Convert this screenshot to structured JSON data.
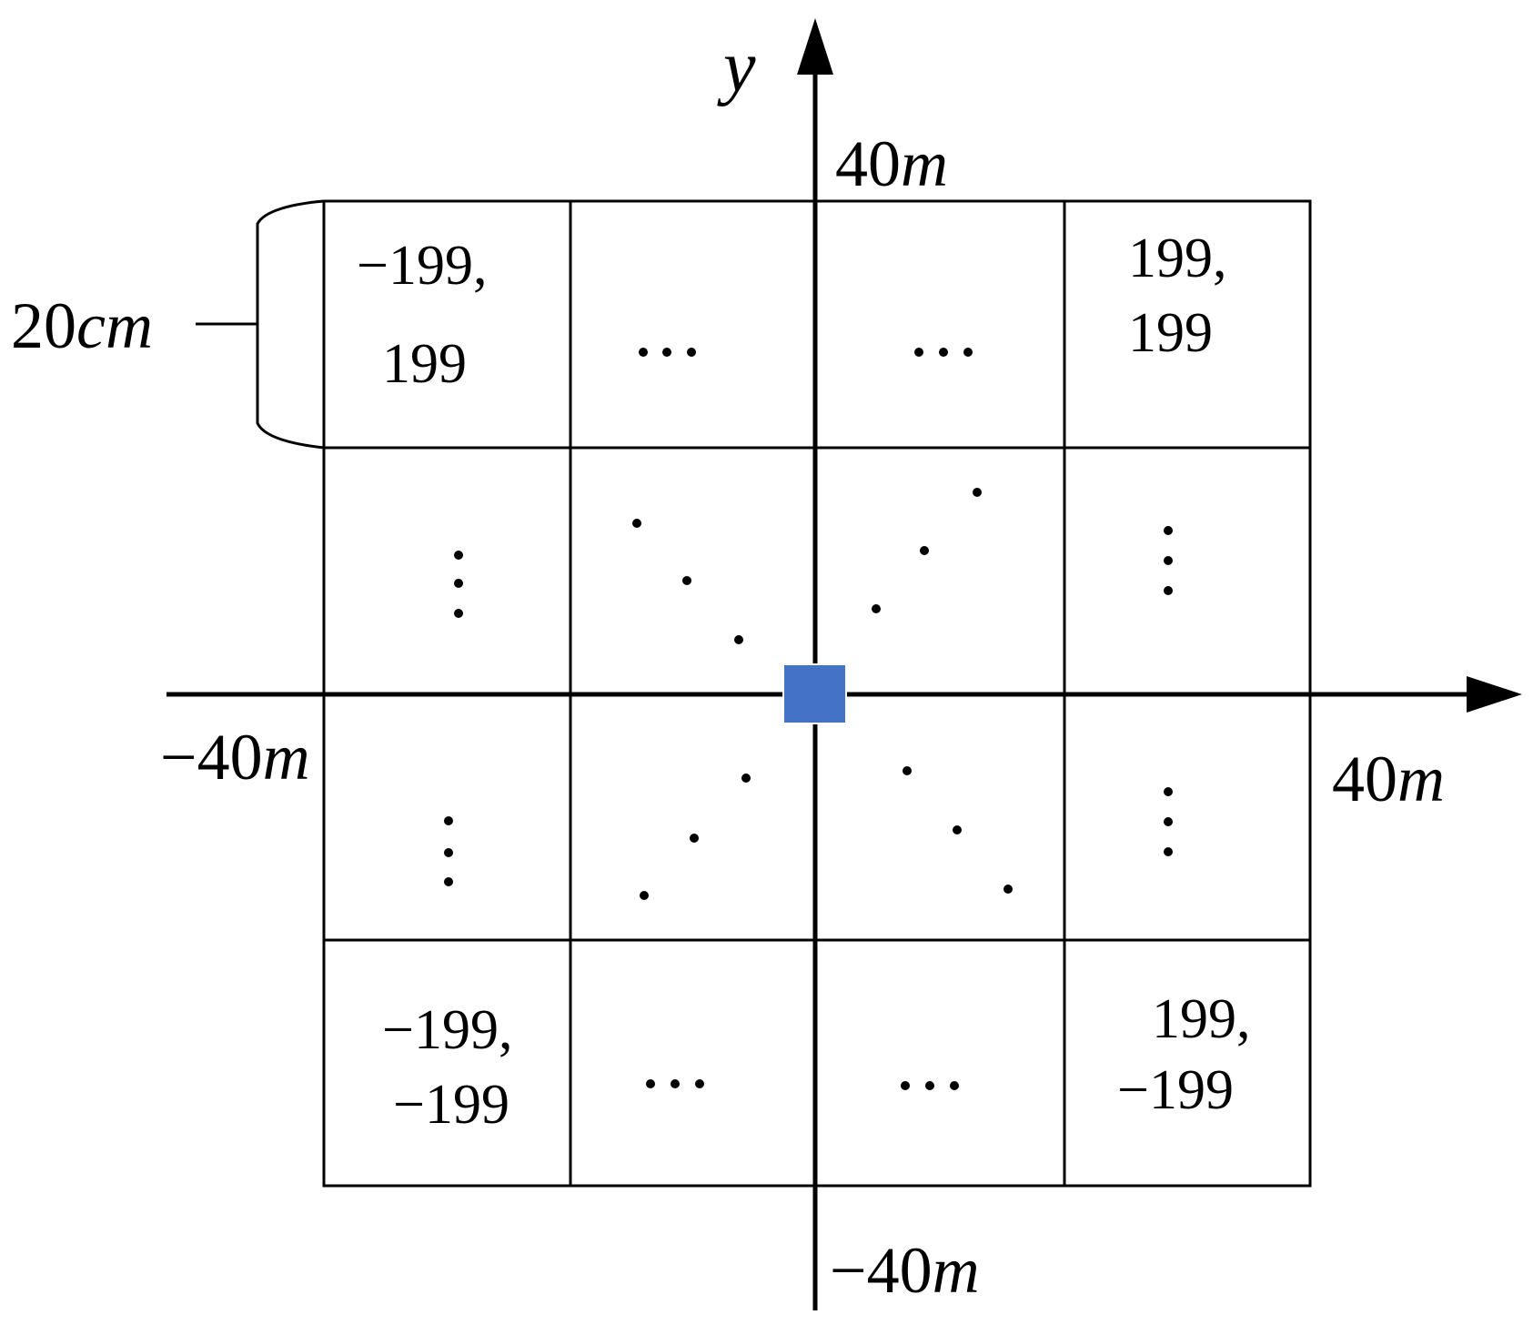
{
  "axes": {
    "y_label": "y",
    "y_max_value": "40",
    "y_min_value": "−40",
    "x_max_value": "40",
    "x_min_value": "−40",
    "unit": "m"
  },
  "cell_size": {
    "value": "20",
    "unit": "cm"
  },
  "corner_cells": {
    "top_left": [
      "−199,",
      "199"
    ],
    "top_right": [
      "199,",
      "199"
    ],
    "bottom_left": [
      "−199,",
      "−199"
    ],
    "bottom_right": [
      "199,",
      "−199"
    ]
  },
  "ellipsis": "…",
  "origin_marker_color": "#4472C4"
}
